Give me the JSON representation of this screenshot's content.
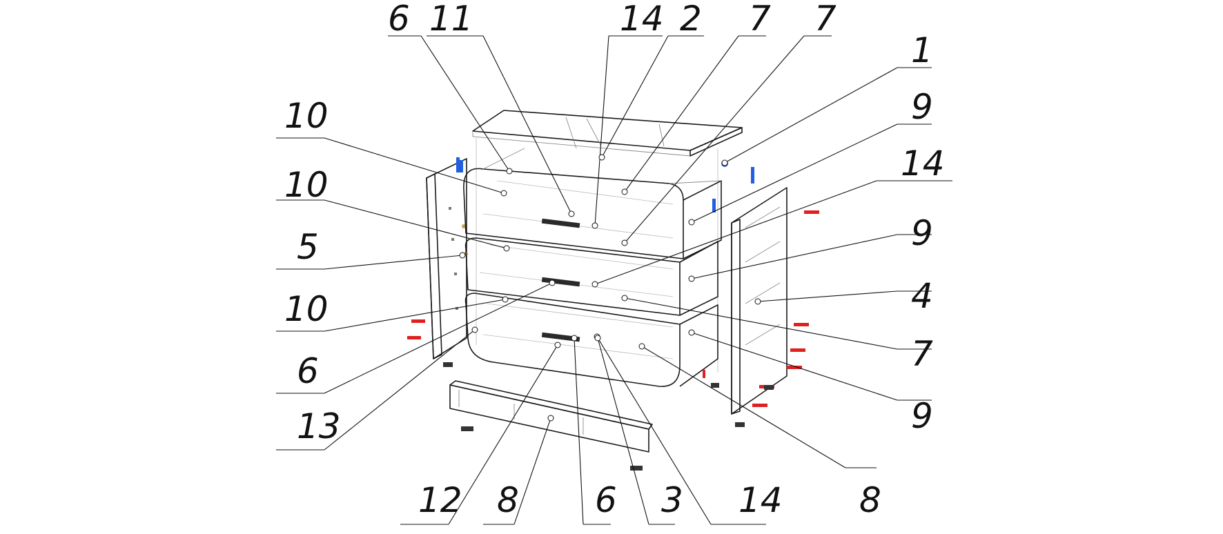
{
  "diagram": {
    "callouts": [
      {
        "id": "c-6-top",
        "number": "6"
      },
      {
        "id": "c-11",
        "number": "11"
      },
      {
        "id": "c-14-top",
        "number": "14"
      },
      {
        "id": "c-2",
        "number": "2"
      },
      {
        "id": "c-7-a",
        "number": "7"
      },
      {
        "id": "c-7-b",
        "number": "7"
      },
      {
        "id": "c-1",
        "number": "1"
      },
      {
        "id": "c-9-a",
        "number": "9"
      },
      {
        "id": "c-14-right",
        "number": "14"
      },
      {
        "id": "c-9-b",
        "number": "9"
      },
      {
        "id": "c-4",
        "number": "4"
      },
      {
        "id": "c-7-c",
        "number": "7"
      },
      {
        "id": "c-9-c",
        "number": "9"
      },
      {
        "id": "c-8-right",
        "number": "8"
      },
      {
        "id": "c-14-bottom",
        "number": "14"
      },
      {
        "id": "c-3",
        "number": "3"
      },
      {
        "id": "c-6-bottom",
        "number": "6"
      },
      {
        "id": "c-8-bottom",
        "number": "8"
      },
      {
        "id": "c-12",
        "number": "12"
      },
      {
        "id": "c-13",
        "number": "13"
      },
      {
        "id": "c-6-left",
        "number": "6"
      },
      {
        "id": "c-10-c",
        "number": "10"
      },
      {
        "id": "c-5",
        "number": "5"
      },
      {
        "id": "c-10-b",
        "number": "10"
      },
      {
        "id": "c-10-a",
        "number": "10"
      }
    ],
    "colors": {
      "line": "#1a1a1a",
      "hardware_blue": "#1f5fe0",
      "hardware_red": "#e02020",
      "hardware_dark": "#333333"
    }
  }
}
